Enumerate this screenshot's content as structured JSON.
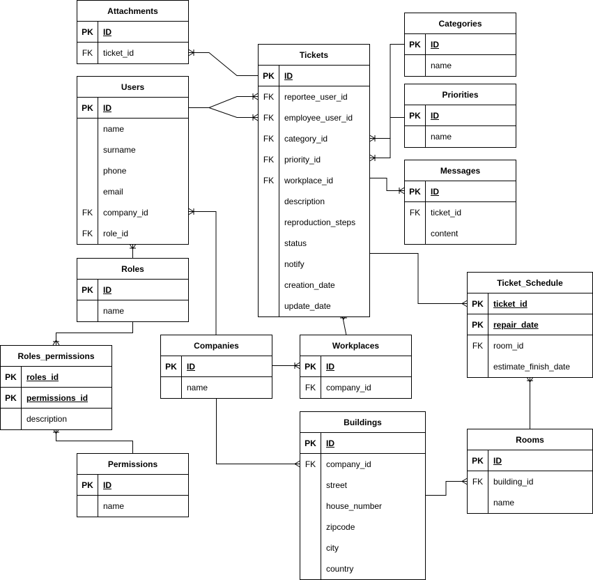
{
  "diagram": {
    "type": "entity-relationship",
    "entities": {
      "attachments": {
        "name": "Attachments",
        "fields": [
          {
            "key": "PK",
            "name": "ID",
            "pk": true
          },
          {
            "key": "FK",
            "name": "ticket_id"
          }
        ]
      },
      "users": {
        "name": "Users",
        "fields": [
          {
            "key": "PK",
            "name": "ID",
            "pk": true
          },
          {
            "key": "",
            "name": "name"
          },
          {
            "key": "",
            "name": "surname"
          },
          {
            "key": "",
            "name": "phone"
          },
          {
            "key": "",
            "name": "email"
          },
          {
            "key": "FK",
            "name": "company_id"
          },
          {
            "key": "FK",
            "name": "role_id"
          }
        ]
      },
      "roles": {
        "name": "Roles",
        "fields": [
          {
            "key": "PK",
            "name": "ID",
            "pk": true
          },
          {
            "key": "",
            "name": "name"
          }
        ]
      },
      "roles_permissions": {
        "name": "Roles_permissions",
        "fields": [
          {
            "key": "PK",
            "name": "roles_id",
            "pk": true
          },
          {
            "key": "PK",
            "name": "permissions_id",
            "pk": true
          },
          {
            "key": "",
            "name": "description"
          }
        ]
      },
      "permissions": {
        "name": "Permissions",
        "fields": [
          {
            "key": "PK",
            "name": "ID",
            "pk": true
          },
          {
            "key": "",
            "name": "name"
          }
        ]
      },
      "tickets": {
        "name": "Tickets",
        "fields": [
          {
            "key": "PK",
            "name": "ID",
            "pk": true
          },
          {
            "key": "FK",
            "name": "reportee_user_id"
          },
          {
            "key": "FK",
            "name": "employee_user_id"
          },
          {
            "key": "FK",
            "name": "category_id"
          },
          {
            "key": "FK",
            "name": "priority_id"
          },
          {
            "key": "FK",
            "name": "workplace_id"
          },
          {
            "key": "",
            "name": "description"
          },
          {
            "key": "",
            "name": "reproduction_steps"
          },
          {
            "key": "",
            "name": "status"
          },
          {
            "key": "",
            "name": "notify"
          },
          {
            "key": "",
            "name": "creation_date"
          },
          {
            "key": "",
            "name": "update_date"
          }
        ]
      },
      "categories": {
        "name": "Categories",
        "fields": [
          {
            "key": "PK",
            "name": "ID",
            "pk": true
          },
          {
            "key": "",
            "name": "name"
          }
        ]
      },
      "priorities": {
        "name": "Priorities",
        "fields": [
          {
            "key": "PK",
            "name": "ID",
            "pk": true
          },
          {
            "key": "",
            "name": "name"
          }
        ]
      },
      "messages": {
        "name": "Messages",
        "fields": [
          {
            "key": "PK",
            "name": "ID",
            "pk": true
          },
          {
            "key": "FK",
            "name": "ticket_id"
          },
          {
            "key": "",
            "name": "content"
          }
        ]
      },
      "ticket_schedule": {
        "name": "Ticket_Schedule",
        "fields": [
          {
            "key": "PK",
            "name": "ticket_id",
            "pk": true
          },
          {
            "key": "PK",
            "name": "repair_date",
            "pk": true
          },
          {
            "key": "FK",
            "name": "room_id"
          },
          {
            "key": "",
            "name": "estimate_finish_date"
          }
        ]
      },
      "companies": {
        "name": "Companies",
        "fields": [
          {
            "key": "PK",
            "name": "ID",
            "pk": true
          },
          {
            "key": "",
            "name": "name"
          }
        ]
      },
      "workplaces": {
        "name": "Workplaces",
        "fields": [
          {
            "key": "PK",
            "name": "ID",
            "pk": true
          },
          {
            "key": "FK",
            "name": "company_id"
          }
        ]
      },
      "buildings": {
        "name": "Buildings",
        "fields": [
          {
            "key": "PK",
            "name": "ID",
            "pk": true
          },
          {
            "key": "FK",
            "name": "company_id"
          },
          {
            "key": "",
            "name": "street"
          },
          {
            "key": "",
            "name": "house_number"
          },
          {
            "key": "",
            "name": "zipcode"
          },
          {
            "key": "",
            "name": "city"
          },
          {
            "key": "",
            "name": "country"
          }
        ]
      },
      "rooms": {
        "name": "Rooms",
        "fields": [
          {
            "key": "PK",
            "name": "ID",
            "pk": true
          },
          {
            "key": "FK",
            "name": "building_id"
          },
          {
            "key": "",
            "name": "name"
          }
        ]
      }
    },
    "relationships": [
      {
        "from": "tickets.ID",
        "to": "attachments.ticket_id",
        "cardinality": "one-to-many"
      },
      {
        "from": "users.ID",
        "to": "tickets.reportee_user_id",
        "cardinality": "one-to-many"
      },
      {
        "from": "users.ID",
        "to": "tickets.employee_user_id",
        "cardinality": "one-to-many"
      },
      {
        "from": "categories.ID",
        "to": "tickets.category_id",
        "cardinality": "one-to-many"
      },
      {
        "from": "priorities.ID",
        "to": "tickets.priority_id",
        "cardinality": "one-to-many"
      },
      {
        "from": "tickets.ID",
        "to": "messages.ticket_id",
        "cardinality": "one-to-many"
      },
      {
        "from": "tickets.ID",
        "to": "ticket_schedule.ticket_id",
        "cardinality": "one-to-many"
      },
      {
        "from": "workplaces.ID",
        "to": "tickets.workplace_id",
        "cardinality": "one-to-many"
      },
      {
        "from": "companies.ID",
        "to": "users.company_id",
        "cardinality": "one-to-many"
      },
      {
        "from": "roles.ID",
        "to": "users.role_id",
        "cardinality": "one-to-many"
      },
      {
        "from": "roles.ID",
        "to": "roles_permissions.roles_id",
        "cardinality": "one-to-many"
      },
      {
        "from": "permissions.ID",
        "to": "roles_permissions.permissions_id",
        "cardinality": "one-to-many"
      },
      {
        "from": "companies.ID",
        "to": "workplaces.company_id",
        "cardinality": "one-to-many"
      },
      {
        "from": "companies.ID",
        "to": "buildings.company_id",
        "cardinality": "one-to-many"
      },
      {
        "from": "buildings.ID",
        "to": "rooms.building_id",
        "cardinality": "one-to-many"
      },
      {
        "from": "rooms.ID",
        "to": "ticket_schedule.room_id",
        "cardinality": "one-to-many"
      }
    ]
  }
}
